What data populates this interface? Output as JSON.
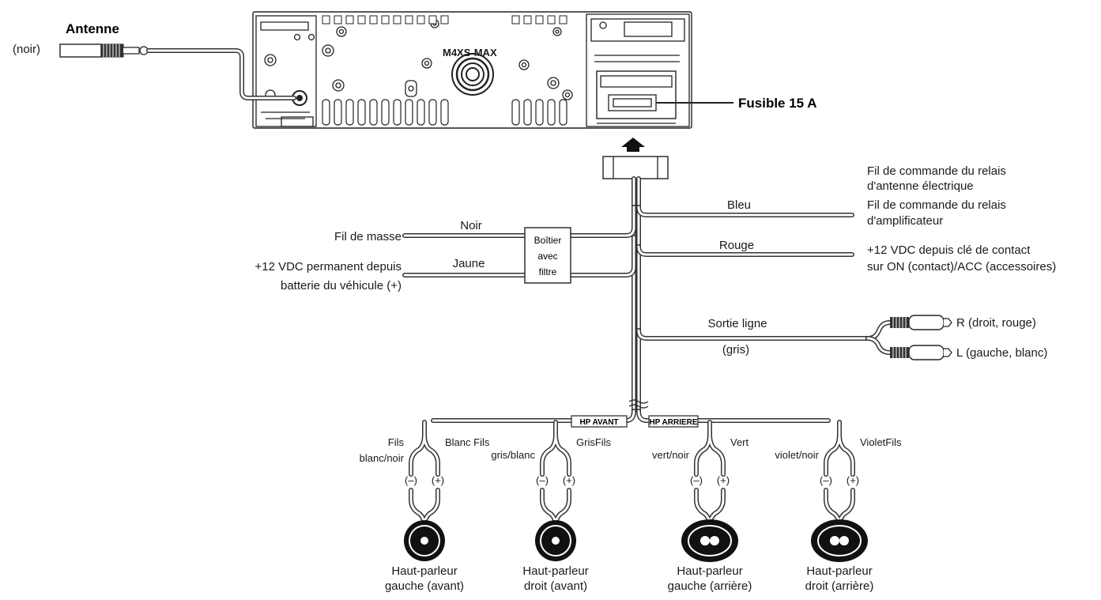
{
  "colors": {
    "ink": "#1a1a1a",
    "wire": "#333333",
    "speaker": "#111111"
  },
  "antenna": {
    "title": "Antenne",
    "color_note": "(noir)"
  },
  "radio": {
    "model_text": "M4XS-MAX"
  },
  "fuse": {
    "label": "Fusible 15 A"
  },
  "left_wires": [
    {
      "color": "Noir",
      "description": [
        "Fil de masse"
      ]
    },
    {
      "color": "Jaune",
      "description": [
        "+12 VDC permanent depuis",
        "batterie du véhicule (+)"
      ]
    }
  ],
  "filter_box": {
    "lines": [
      "Boîtier",
      "avec",
      "filtre"
    ]
  },
  "right_wires": [
    {
      "color": "Bleu",
      "description": [
        "Fil de commande du relais",
        "d'antenne électrique",
        "Fil de commande du relais",
        "d'amplificateur"
      ]
    },
    {
      "color": "Rouge",
      "description": [
        "+12 VDC depuis clé de contact",
        "sur ON (contact)/ACC (accessoires)"
      ]
    }
  ],
  "line_out": {
    "label": "Sortie ligne",
    "color": "(gris)",
    "right": "R (droit, rouge)",
    "left": "L (gauche, blanc)"
  },
  "speaker_tags": {
    "front": "HP AVANT",
    "rear": "HP ARRIERE"
  },
  "polarity": {
    "neg": "(–)",
    "pos": "(+)"
  },
  "speakers": [
    {
      "neg_wire": [
        "Fils",
        "blanc/noir"
      ],
      "pos_wire": "Blanc Fils",
      "name": [
        "Haut-parleur",
        "gauche (avant)"
      ]
    },
    {
      "neg_wire": [
        "gris/blanc"
      ],
      "pos_wire": "GrisFils",
      "name": [
        "Haut-parleur",
        "droit (avant)"
      ]
    },
    {
      "neg_wire": [
        "vert/noir"
      ],
      "pos_wire": "Vert",
      "name": [
        "Haut-parleur",
        "gauche (arrière)"
      ]
    },
    {
      "neg_wire": [
        "violet/noir"
      ],
      "pos_wire": "VioletFils",
      "name": [
        "Haut-parleur",
        "droit (arrière)"
      ]
    }
  ]
}
